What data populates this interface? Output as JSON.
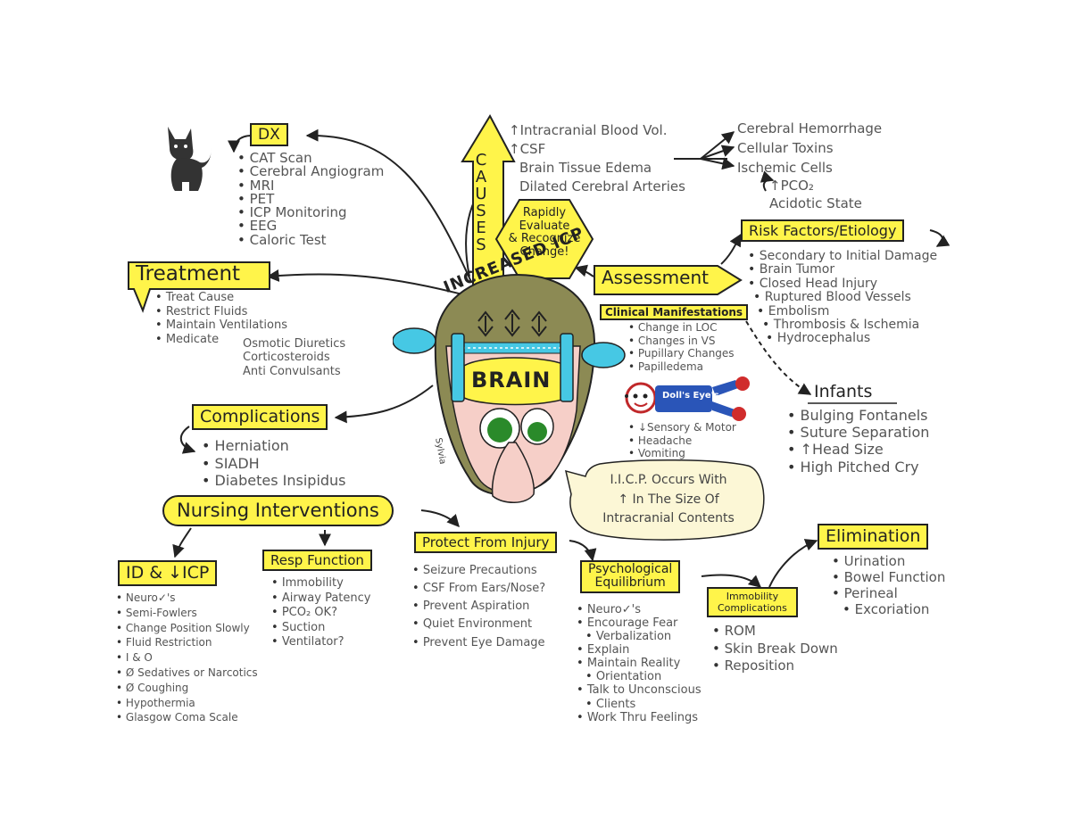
{
  "title": "INCREASED ICP",
  "brain_label": "BRAIN",
  "signature": "Sylvia",
  "causes": {
    "label": "CAUSES",
    "items": [
      "↑Intracranial Blood Vol.",
      "↑CSF",
      "Brain Tissue Edema",
      "Dilated Cerebral Arteries"
    ],
    "sub_items": [
      "Cerebral Hemorrhage",
      "Cellular Toxins",
      "Ischemic Cells"
    ],
    "sub_items_2": [
      "↑PCO₂",
      "Acidotic State"
    ]
  },
  "rapidly_evaluate": [
    "Rapidly",
    "Evaluate",
    "& Recognize",
    "Change!"
  ],
  "dx": {
    "label": "DX",
    "items": [
      "CAT Scan",
      "Cerebral Angiogram",
      "MRI",
      "PET",
      "ICP Monitoring",
      "EEG",
      "Caloric Test"
    ]
  },
  "treatment": {
    "label": "Treatment",
    "items": [
      "Treat Cause",
      "Restrict Fluids",
      "Maintain Ventilations",
      "Medicate"
    ],
    "medications": [
      "Osmotic Diuretics",
      "Corticosteroids",
      "Anti Convulsants"
    ]
  },
  "assessment": {
    "label": "Assessment"
  },
  "risk_factors": {
    "label": "Risk Factors/Etiology",
    "items": [
      "Secondary to Initial Damage",
      "Brain Tumor",
      "Closed Head Injury",
      "Ruptured Blood Vessels",
      "Embolism",
      "Thrombosis & Ischemia",
      "Hydrocephalus"
    ]
  },
  "clinical_manifestations": {
    "label": "Clinical Manifestations",
    "items": [
      "Change in LOC",
      "Changes in VS",
      "Pupillary Changes",
      "Papilledema"
    ],
    "items_2": [
      "↓Sensory & Motor",
      "Headache",
      "Vomiting"
    ],
    "dolls_eyes": "Doll's Eye's"
  },
  "infants": {
    "label": "Infants",
    "items": [
      "Bulging Fontanels",
      "Suture Separation",
      "↑Head Size",
      "High Pitched Cry"
    ]
  },
  "complications": {
    "label": "Complications",
    "items": [
      "Herniation",
      "SIADH",
      "Diabetes Insipidus"
    ]
  },
  "speech_bubble": [
    "I.I.C.P. Occurs With",
    "↑ In The Size Of",
    "Intracranial Contents"
  ],
  "nursing_interventions": {
    "label": "Nursing Interventions"
  },
  "id_icp": {
    "label": "ID & ↓ICP",
    "items": [
      "Neuro✓'s",
      "Semi-Fowlers",
      "Change Position Slowly",
      "Fluid Restriction",
      "I & O",
      "Ø Sedatives or Narcotics",
      "Ø Coughing",
      "Hypothermia",
      "Glasgow Coma Scale"
    ]
  },
  "resp_function": {
    "label": "Resp Function",
    "items": [
      "Immobility",
      "Airway Patency",
      "PCO₂ OK?",
      "Suction",
      "Ventilator?"
    ]
  },
  "protect": {
    "label": "Protect From Injury",
    "items": [
      "Seizure Precautions",
      "CSF From Ears/Nose?",
      "Prevent Aspiration",
      "Quiet Environment",
      "Prevent Eye Damage"
    ]
  },
  "psychological": {
    "label_line1": "Psychological",
    "label_line2": "Equilibrium",
    "items": [
      "Neuro✓'s",
      "Encourage Fear",
      "Verbalization",
      "Explain",
      "Maintain Reality",
      "Orientation",
      "Talk to Unconscious",
      "Clients",
      "Work Thru Feelings"
    ]
  },
  "immobility": {
    "label_line1": "Immobility",
    "label_line2": "Complications",
    "items": [
      "ROM",
      "Skin Break Down",
      "Reposition"
    ]
  },
  "elimination": {
    "label": "Elimination",
    "items": [
      "Urination",
      "Bowel Function",
      "Perineal",
      "Excoriation"
    ]
  },
  "colors": {
    "yellow": "#fff44a",
    "cyan": "#46c8e4",
    "olive": "#8c8a54",
    "skin": "#f6cfc8",
    "eye_green": "#2a8a2a",
    "bubble": "#fcf7d6"
  },
  "icons": [
    "cat-icon",
    "brain-head-icon",
    "doll-icon"
  ]
}
